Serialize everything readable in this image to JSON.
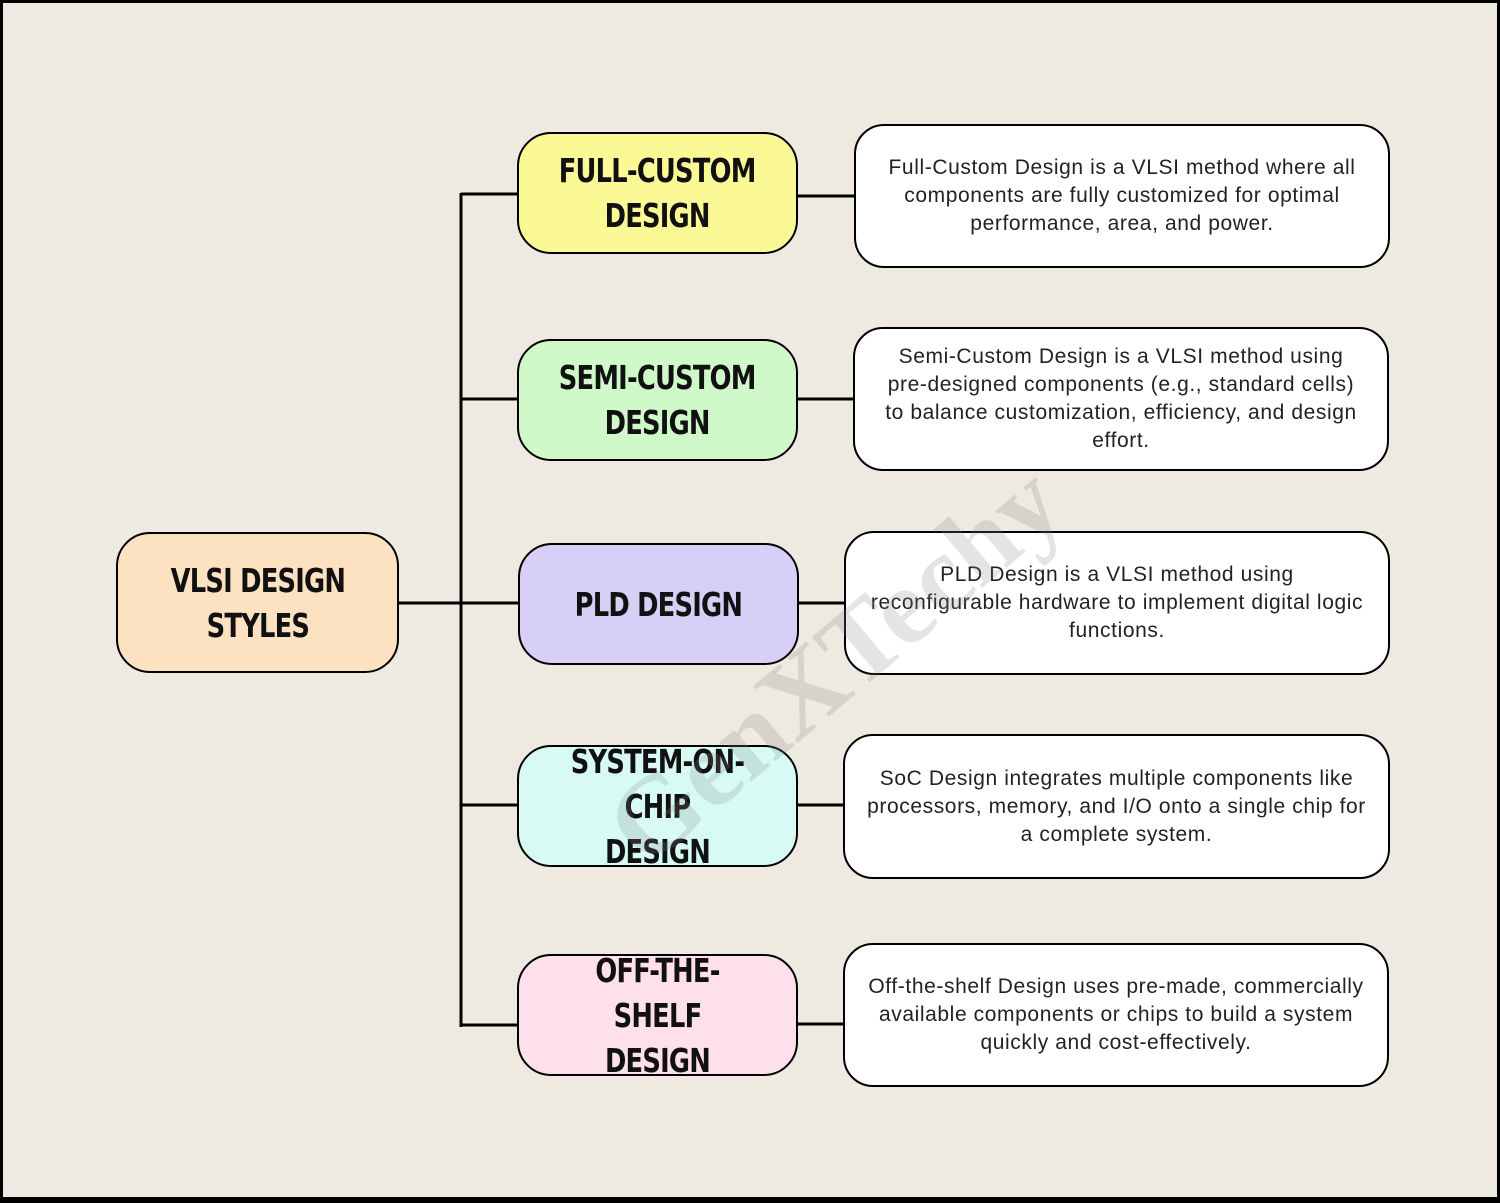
{
  "root": {
    "label": "VLSI DESIGN\nSTYLES",
    "color": "#fde2c2"
  },
  "branches": [
    {
      "label": "FULL-CUSTOM\nDESIGN",
      "color": "#fbf996",
      "description": "Full-Custom Design is a VLSI method where all components are fully customized for optimal performance, area, and power."
    },
    {
      "label": "SEMI-CUSTOM\nDESIGN",
      "color": "#cff9c9",
      "description": "Semi-Custom Design is a VLSI method using pre-designed components (e.g., standard cells) to balance customization, efficiency, and design effort."
    },
    {
      "label": "PLD DESIGN",
      "color": "#d7cff5",
      "description": "PLD Design is a VLSI method using reconfigurable hardware to implement digital logic functions."
    },
    {
      "label": "SYSTEM-ON-CHIP\nDESIGN",
      "color": "#d7fbf4",
      "description": "SoC Design integrates multiple components like processors, memory, and I/O onto a single chip for a complete system."
    },
    {
      "label": "OFF-THE-SHELF\nDESIGN",
      "color": "#fde0ec",
      "description": "Off-the-shelf Design uses pre-made, commercially available components or chips to build a system quickly and cost-effectively."
    }
  ],
  "watermark": "GenXTechy",
  "colors": {
    "background": "#efeae1",
    "line": "#000000",
    "description_fill": "#ffffff"
  }
}
